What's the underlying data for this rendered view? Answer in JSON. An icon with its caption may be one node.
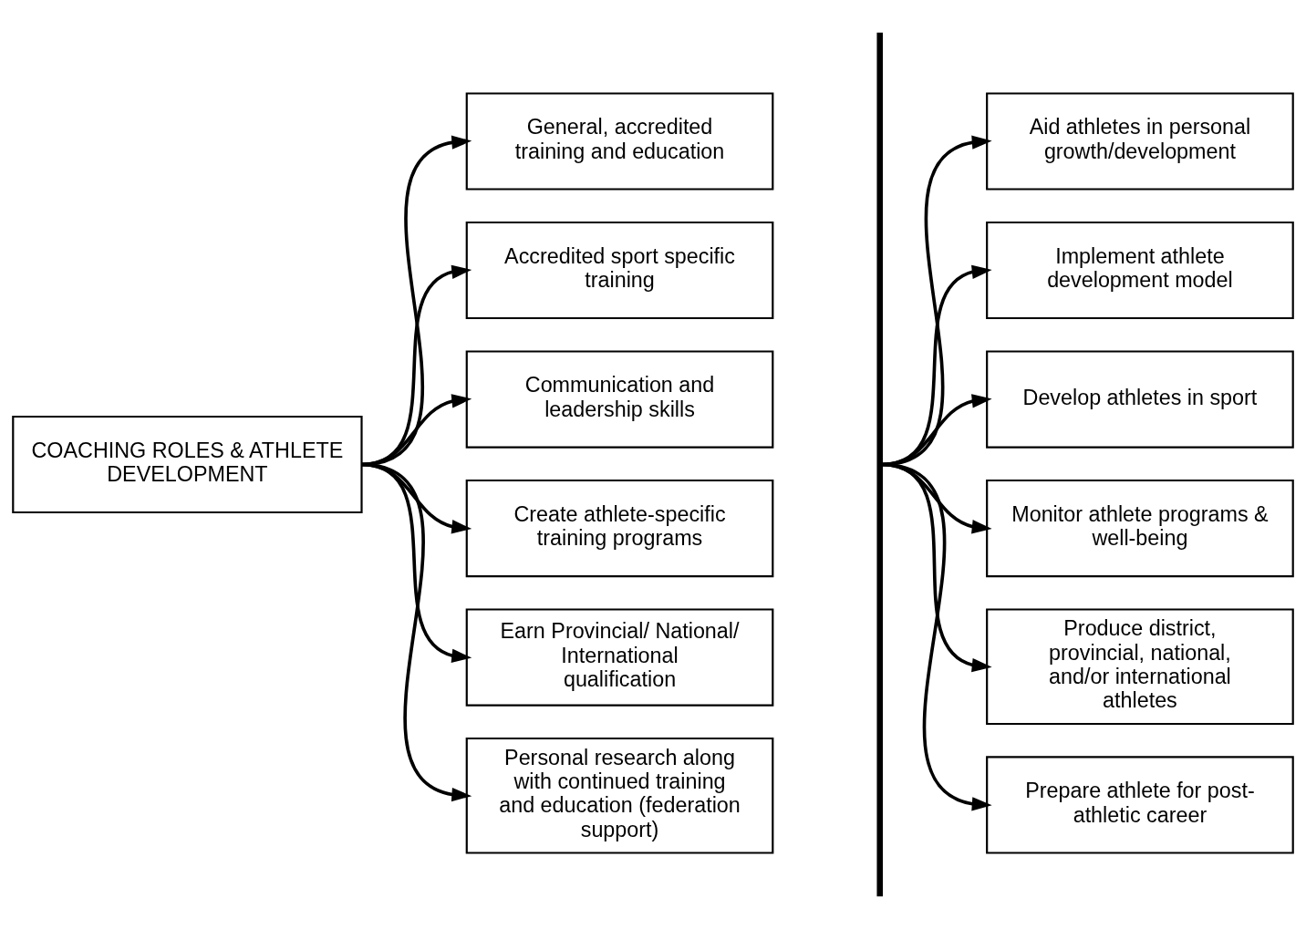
{
  "diagram": {
    "nodes": [
      {
        "text": [
          "COACHING ROLES & ATHLETE DEVELOPMENT"
        ]
      },
      {
        "text": [
          "General, accredited training and education"
        ]
      },
      {
        "text": [
          "Accredited sport specific training"
        ]
      },
      {
        "text": [
          "Communication and leadership skills"
        ]
      },
      {
        "text": [
          "Create athlete-specific training programs"
        ]
      },
      {
        "text": [
          "Earn Provincial/ National/ International qualification"
        ]
      },
      {
        "text": [
          "Personal research along with continued training and education (federation support)"
        ]
      },
      {
        "text": [],
        "shape": "bar"
      },
      {
        "text": [
          "Aid athletes in personal growth/development"
        ]
      },
      {
        "text": [
          "Implement athlete development model"
        ]
      },
      {
        "text": [
          "Develop athletes in sport"
        ]
      },
      {
        "text": [
          "Monitor athlete programs & well-being"
        ]
      },
      {
        "text": [
          "Produce district, provincial, national, and/or international athletes"
        ]
      },
      {
        "text": [
          "Prepare athlete for post-athletic career"
        ]
      }
    ],
    "edges": [
      {
        "from": 0,
        "to": 1,
        "arrow": "to"
      },
      {
        "from": 0,
        "to": 2,
        "arrow": "to"
      },
      {
        "from": 0,
        "to": 3,
        "arrow": "to"
      },
      {
        "from": 0,
        "to": 4,
        "arrow": "to"
      },
      {
        "from": 0,
        "to": 5,
        "arrow": "to"
      },
      {
        "from": 0,
        "to": 6,
        "arrow": "to"
      },
      {
        "from": 7,
        "to": 8,
        "arrow": "to"
      },
      {
        "from": 7,
        "to": 9,
        "arrow": "to"
      },
      {
        "from": 7,
        "to": 10,
        "arrow": "to"
      },
      {
        "from": 7,
        "to": 11,
        "arrow": "to"
      },
      {
        "from": 7,
        "to": 12,
        "arrow": "to"
      },
      {
        "from": 7,
        "to": 13,
        "arrow": "to"
      }
    ]
  }
}
